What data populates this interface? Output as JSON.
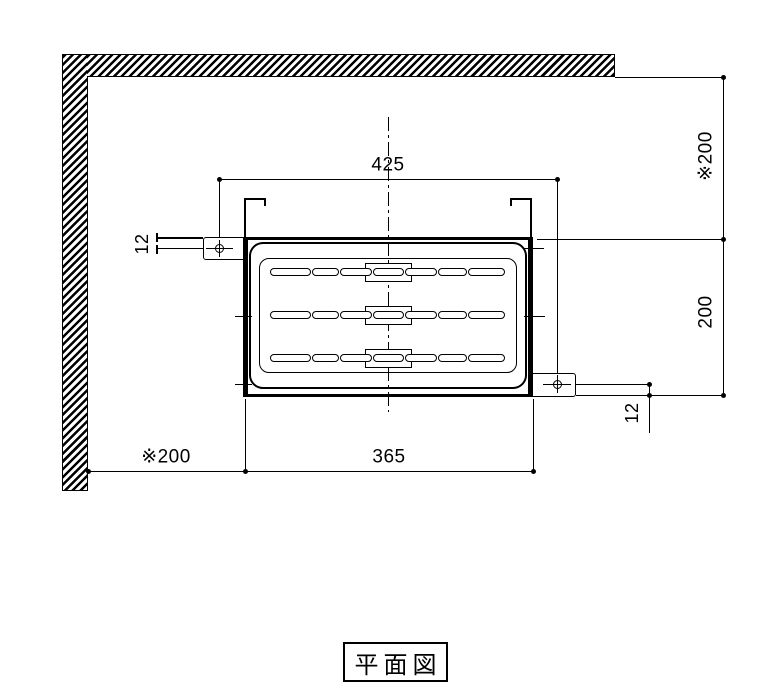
{
  "title_block": {
    "label": "平面図"
  },
  "dimensions": {
    "top_width": "425",
    "right_wall_clearance": "※200",
    "right_depth": "200",
    "left_bracket_offset": "12",
    "right_bracket_offset": "12",
    "bottom_wall_clearance": "※200",
    "bottom_width": "365"
  },
  "colors": {
    "line": "#000000",
    "background": "#ffffff"
  }
}
